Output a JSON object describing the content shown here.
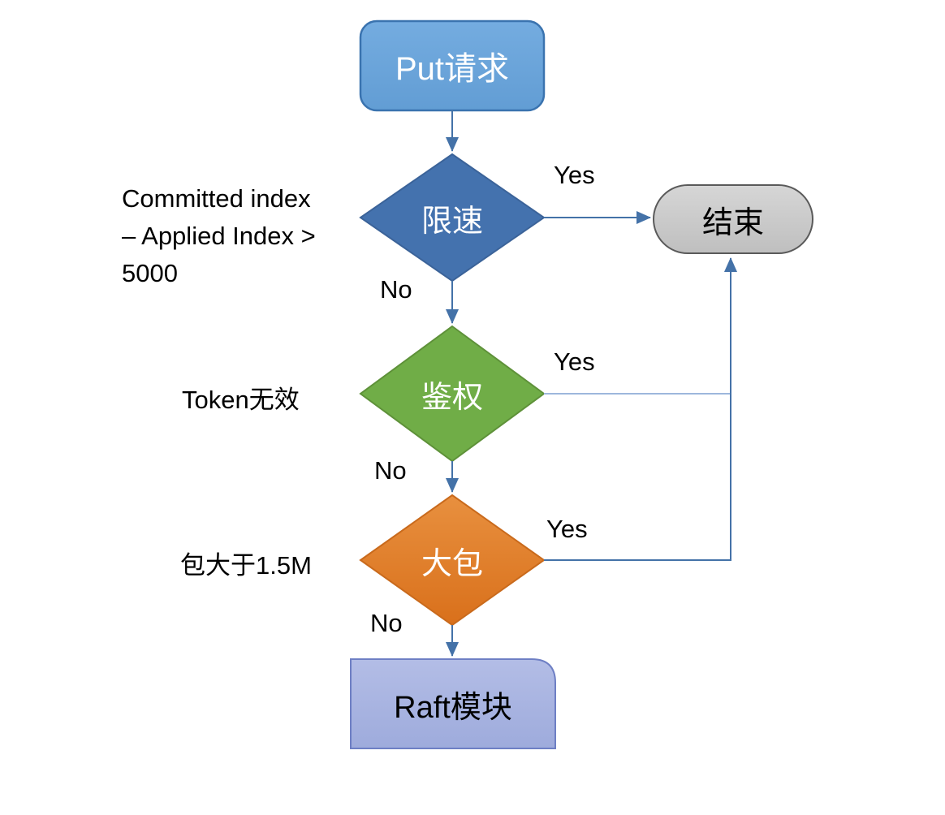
{
  "diagram": {
    "title": "Put请求 flow",
    "background": "#ffffff",
    "colors": {
      "start_fill": "#6FA8DC",
      "start_border": "#3A73AF",
      "decision_rate_fill": "#4472AE",
      "decision_rate_border": "#3B6399",
      "decision_auth_fill": "#70AD47",
      "decision_auth_border": "#5E9139",
      "decision_big_fill": "#E07B2A",
      "decision_big_border": "#C06520",
      "end_fill": "#C9C9C9",
      "end_border": "#555555",
      "raft_fill": "#A9B4E2",
      "raft_border": "#6E7FC4",
      "connector": "#4472A8",
      "connector_light": "#9DB7DC",
      "text_dark": "#000000",
      "text_light": "#ffffff"
    }
  },
  "nodes": {
    "start": {
      "text": "Put请求",
      "shape": "rounded-rectangle"
    },
    "rate_limit": {
      "text": "限速",
      "shape": "diamond"
    },
    "auth": {
      "text": "鉴权",
      "shape": "diamond"
    },
    "big_packet": {
      "text": "大包",
      "shape": "diamond"
    },
    "end": {
      "text": "结束",
      "shape": "pill"
    },
    "raft": {
      "text": "Raft模块",
      "shape": "round-single-corner-rectangle"
    }
  },
  "condition_labels": {
    "rate_limit": "Committed index\n – Applied Index >\n5000",
    "auth": "Token无效",
    "big_packet": "包大于1.5M"
  },
  "edge_labels": {
    "rate_yes": "Yes",
    "rate_no": "No",
    "auth_yes": "Yes",
    "auth_no": "No",
    "big_yes": "Yes",
    "big_no": "No"
  }
}
